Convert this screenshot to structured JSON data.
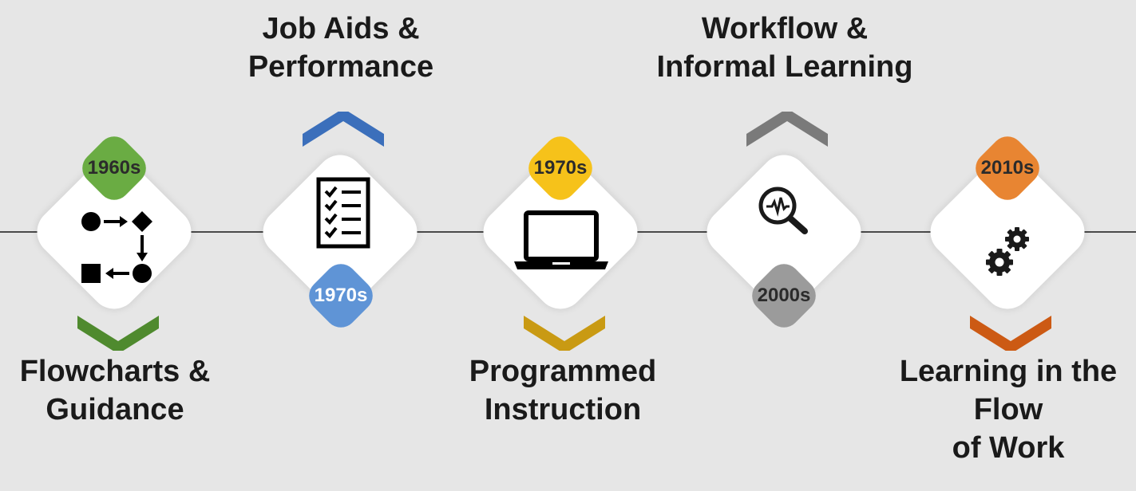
{
  "milestones": [
    {
      "id": "flowcharts",
      "label": "Flowcharts &\nGuidance",
      "year": "1960s",
      "color": "#6aac43",
      "dark": "#4f8a2e",
      "icon": "flowchart-icon",
      "badge_position": "top",
      "label_position": "bottom"
    },
    {
      "id": "job-aids",
      "label": "Job Aids &\nPerformance",
      "year": "1970s",
      "color": "#5f94d6",
      "dark": "#3b6fbb",
      "icon": "checklist-icon",
      "badge_position": "bottom",
      "label_position": "top"
    },
    {
      "id": "programmed",
      "label": "Programmed\nInstruction",
      "year": "1970s",
      "color": "#f6c21a",
      "dark": "#c99a13",
      "icon": "laptop-icon",
      "badge_position": "top",
      "label_position": "bottom"
    },
    {
      "id": "workflow",
      "label": "Workflow &\nInformal Learning",
      "year": "2000s",
      "color": "#9b9b9b",
      "dark": "#7a7a7a",
      "icon": "analytics-magnifier-icon",
      "badge_position": "bottom",
      "label_position": "top"
    },
    {
      "id": "flow-of-work",
      "label": "Learning in the\nFlow\nof Work",
      "year": "2010s",
      "color": "#e88532",
      "dark": "#cc5a14",
      "icon": "gears-icon",
      "badge_position": "top",
      "label_position": "bottom"
    }
  ]
}
